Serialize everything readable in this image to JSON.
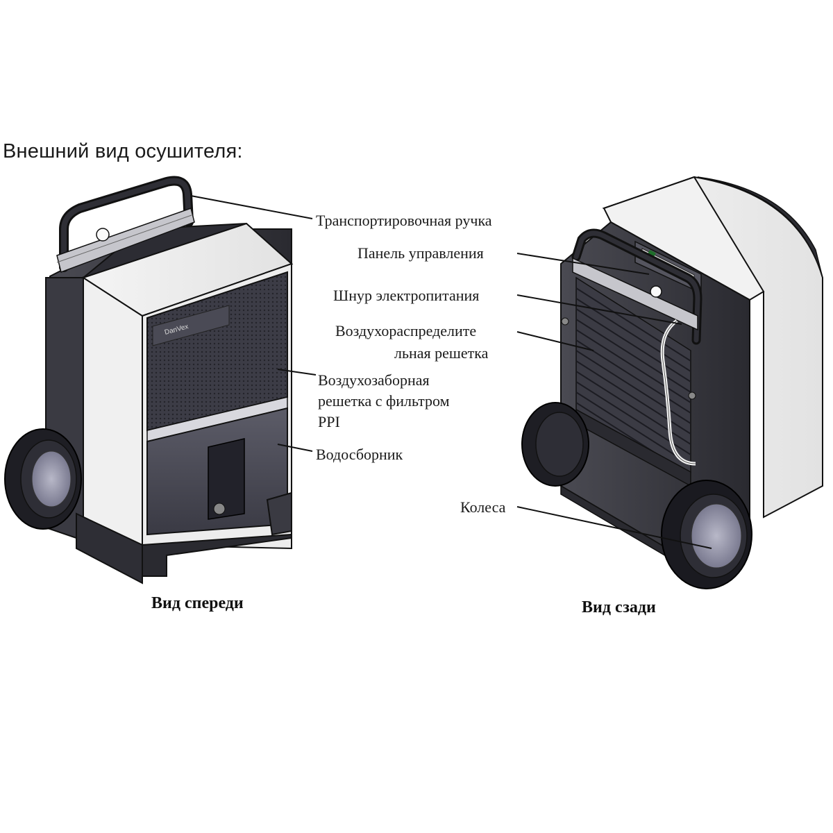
{
  "heading": "Внешний вид осушителя:",
  "front_view": {
    "caption": "Вид спереди",
    "callouts": {
      "handle": "Транспортировочная ручка",
      "intake_line1": "Воздухозаборная",
      "intake_line2": "решетка с фильтром",
      "intake_line3": "PPI",
      "tank": "Водосборник"
    },
    "brand_mark": "DanVex"
  },
  "rear_view": {
    "caption": "Вид сзади",
    "callouts": {
      "control_panel": "Панель управления",
      "power_cord": "Шнур электропитания",
      "grille_line1": "Воздухораспределите",
      "grille_line2": "льная решетка",
      "wheels": "Колеса"
    }
  }
}
